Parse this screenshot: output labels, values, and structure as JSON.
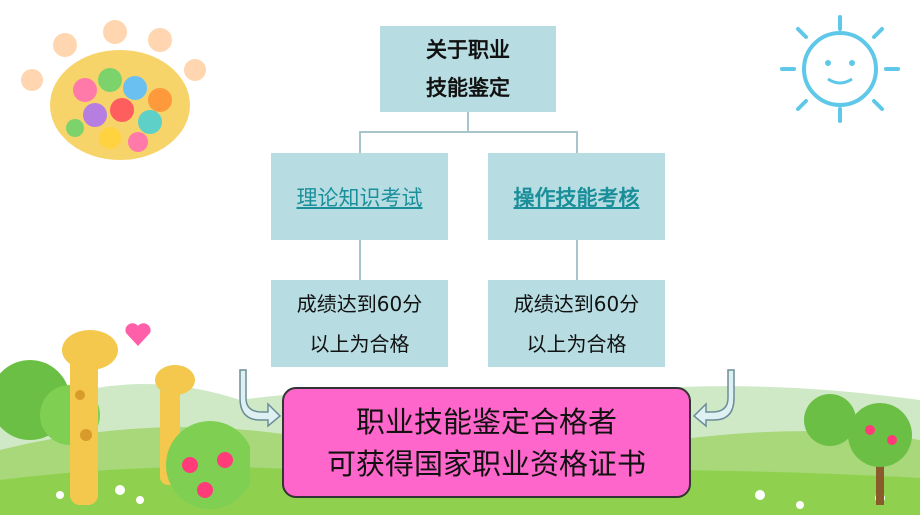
{
  "top": {
    "line1": "关于职业",
    "line2": "技能鉴定"
  },
  "branches": {
    "theory": "理论知识考试",
    "skill": "操作技能考核"
  },
  "requirements": {
    "left": {
      "line1": "成绩达到60分",
      "line2": "以上为合格"
    },
    "right": {
      "line1": "成绩达到60分",
      "line2": "以上为合格"
    }
  },
  "result": {
    "line1": "职业技能鉴定合格者",
    "line2": "可获得国家职业资格证书"
  },
  "colors": {
    "box": "#b7dde3",
    "accent_text": "#1a8f9a",
    "result_bg": "#ff66cc",
    "sun": "#5fc8e8",
    "grass": "#8fd14f"
  },
  "icons": [
    "kids-flower-globe-icon",
    "sun-icon",
    "giraffe-icon",
    "heart-icon",
    "tree-icon",
    "left-arrow-icon",
    "right-arrow-icon"
  ]
}
